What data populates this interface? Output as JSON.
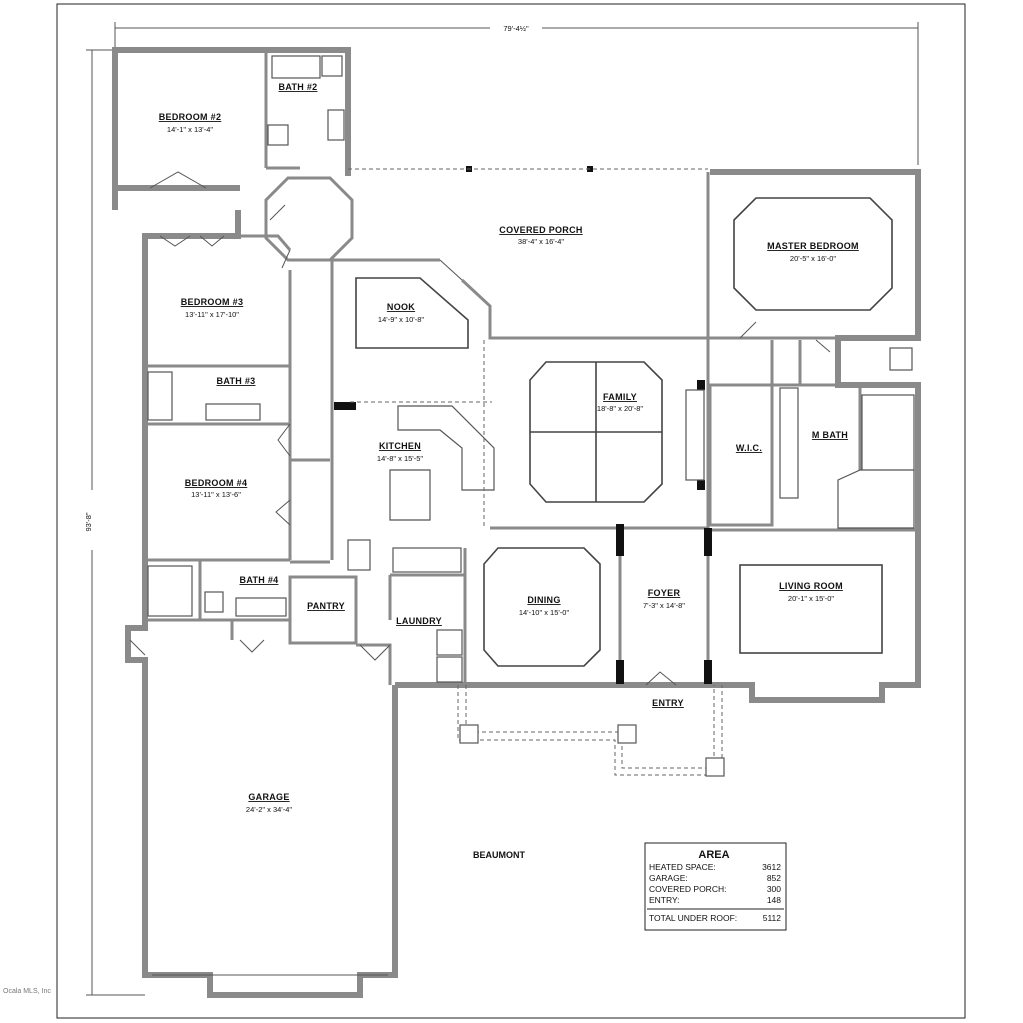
{
  "plan": {
    "overall_width": "79'-4½\"",
    "overall_depth": "93'-8\"",
    "name": "BEAUMONT",
    "watermark": "Ocala MLS, Inc"
  },
  "rooms": {
    "bedroom2": {
      "name": "BEDROOM #2",
      "size": "14'-1\" x 13'-4\""
    },
    "bath2": {
      "name": "BATH #2"
    },
    "porch": {
      "name": "COVERED PORCH",
      "size": "38'-4\" x 16'-4\""
    },
    "master": {
      "name": "MASTER BEDROOM",
      "size": "20'-5\" x 16'-0\""
    },
    "nook": {
      "name": "NOOK",
      "size": "14'-9\" x 10'-8\""
    },
    "bedroom3": {
      "name": "BEDROOM #3",
      "size": "13'-11\" x 17'-10\""
    },
    "bath3": {
      "name": "BATH #3"
    },
    "family": {
      "name": "FAMILY",
      "size": "18'-8\" x 20'-8\""
    },
    "kitchen": {
      "name": "KITCHEN",
      "size": "14'-8\" x 15'-5\""
    },
    "wic": {
      "name": "W.I.C."
    },
    "mbath": {
      "name": "M BATH"
    },
    "bedroom4": {
      "name": "BEDROOM #4",
      "size": "13'-11\" x 13'-6\""
    },
    "bath4": {
      "name": "BATH #4"
    },
    "pantry": {
      "name": "PANTRY"
    },
    "laundry": {
      "name": "LAUNDRY"
    },
    "dining": {
      "name": "DINING",
      "size": "14'-10\" x 15'-0\""
    },
    "foyer": {
      "name": "FOYER",
      "size": "7'-3\" x 14'-8\""
    },
    "living": {
      "name": "LIVING ROOM",
      "size": "20'-1\" x 15'-0\""
    },
    "entry": {
      "name": "ENTRY"
    },
    "garage": {
      "name": "GARAGE",
      "size": "24'-2\" x 34'-4\""
    }
  },
  "area_table": {
    "title": "AREA",
    "rows": [
      {
        "label": "HEATED SPACE:",
        "value": "3612"
      },
      {
        "label": "GARAGE:",
        "value": "852"
      },
      {
        "label": "COVERED PORCH:",
        "value": "300"
      },
      {
        "label": "ENTRY:",
        "value": "148"
      }
    ],
    "total_label": "TOTAL UNDER ROOF:",
    "total_value": "5112"
  }
}
